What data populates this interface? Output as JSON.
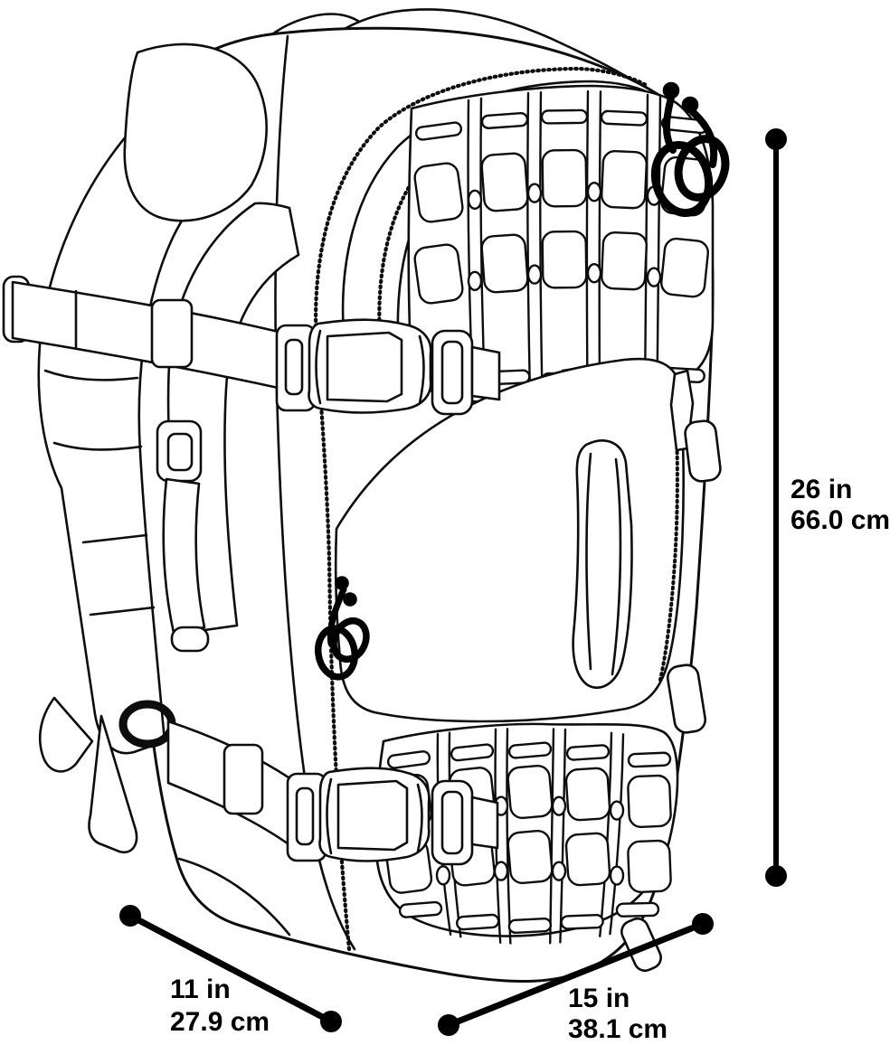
{
  "figure": {
    "description": "Black-and-white technical line drawing of a tactical travel backpack shown in three-quarter view, with MOLLE webbing panels, compression strap buckles, paracord zipper pulls and a side carry handle"
  },
  "dimensions": {
    "height": {
      "inches": "26 in",
      "centimeters": "66.0 cm"
    },
    "depth": {
      "inches": "11 in",
      "centimeters": "27.9 cm"
    },
    "width": {
      "inches": "15 in",
      "centimeters": "38.1 cm"
    }
  },
  "colors": {
    "line": "#0d0d0d",
    "background": "#ffffff",
    "annotation": "#000000"
  }
}
